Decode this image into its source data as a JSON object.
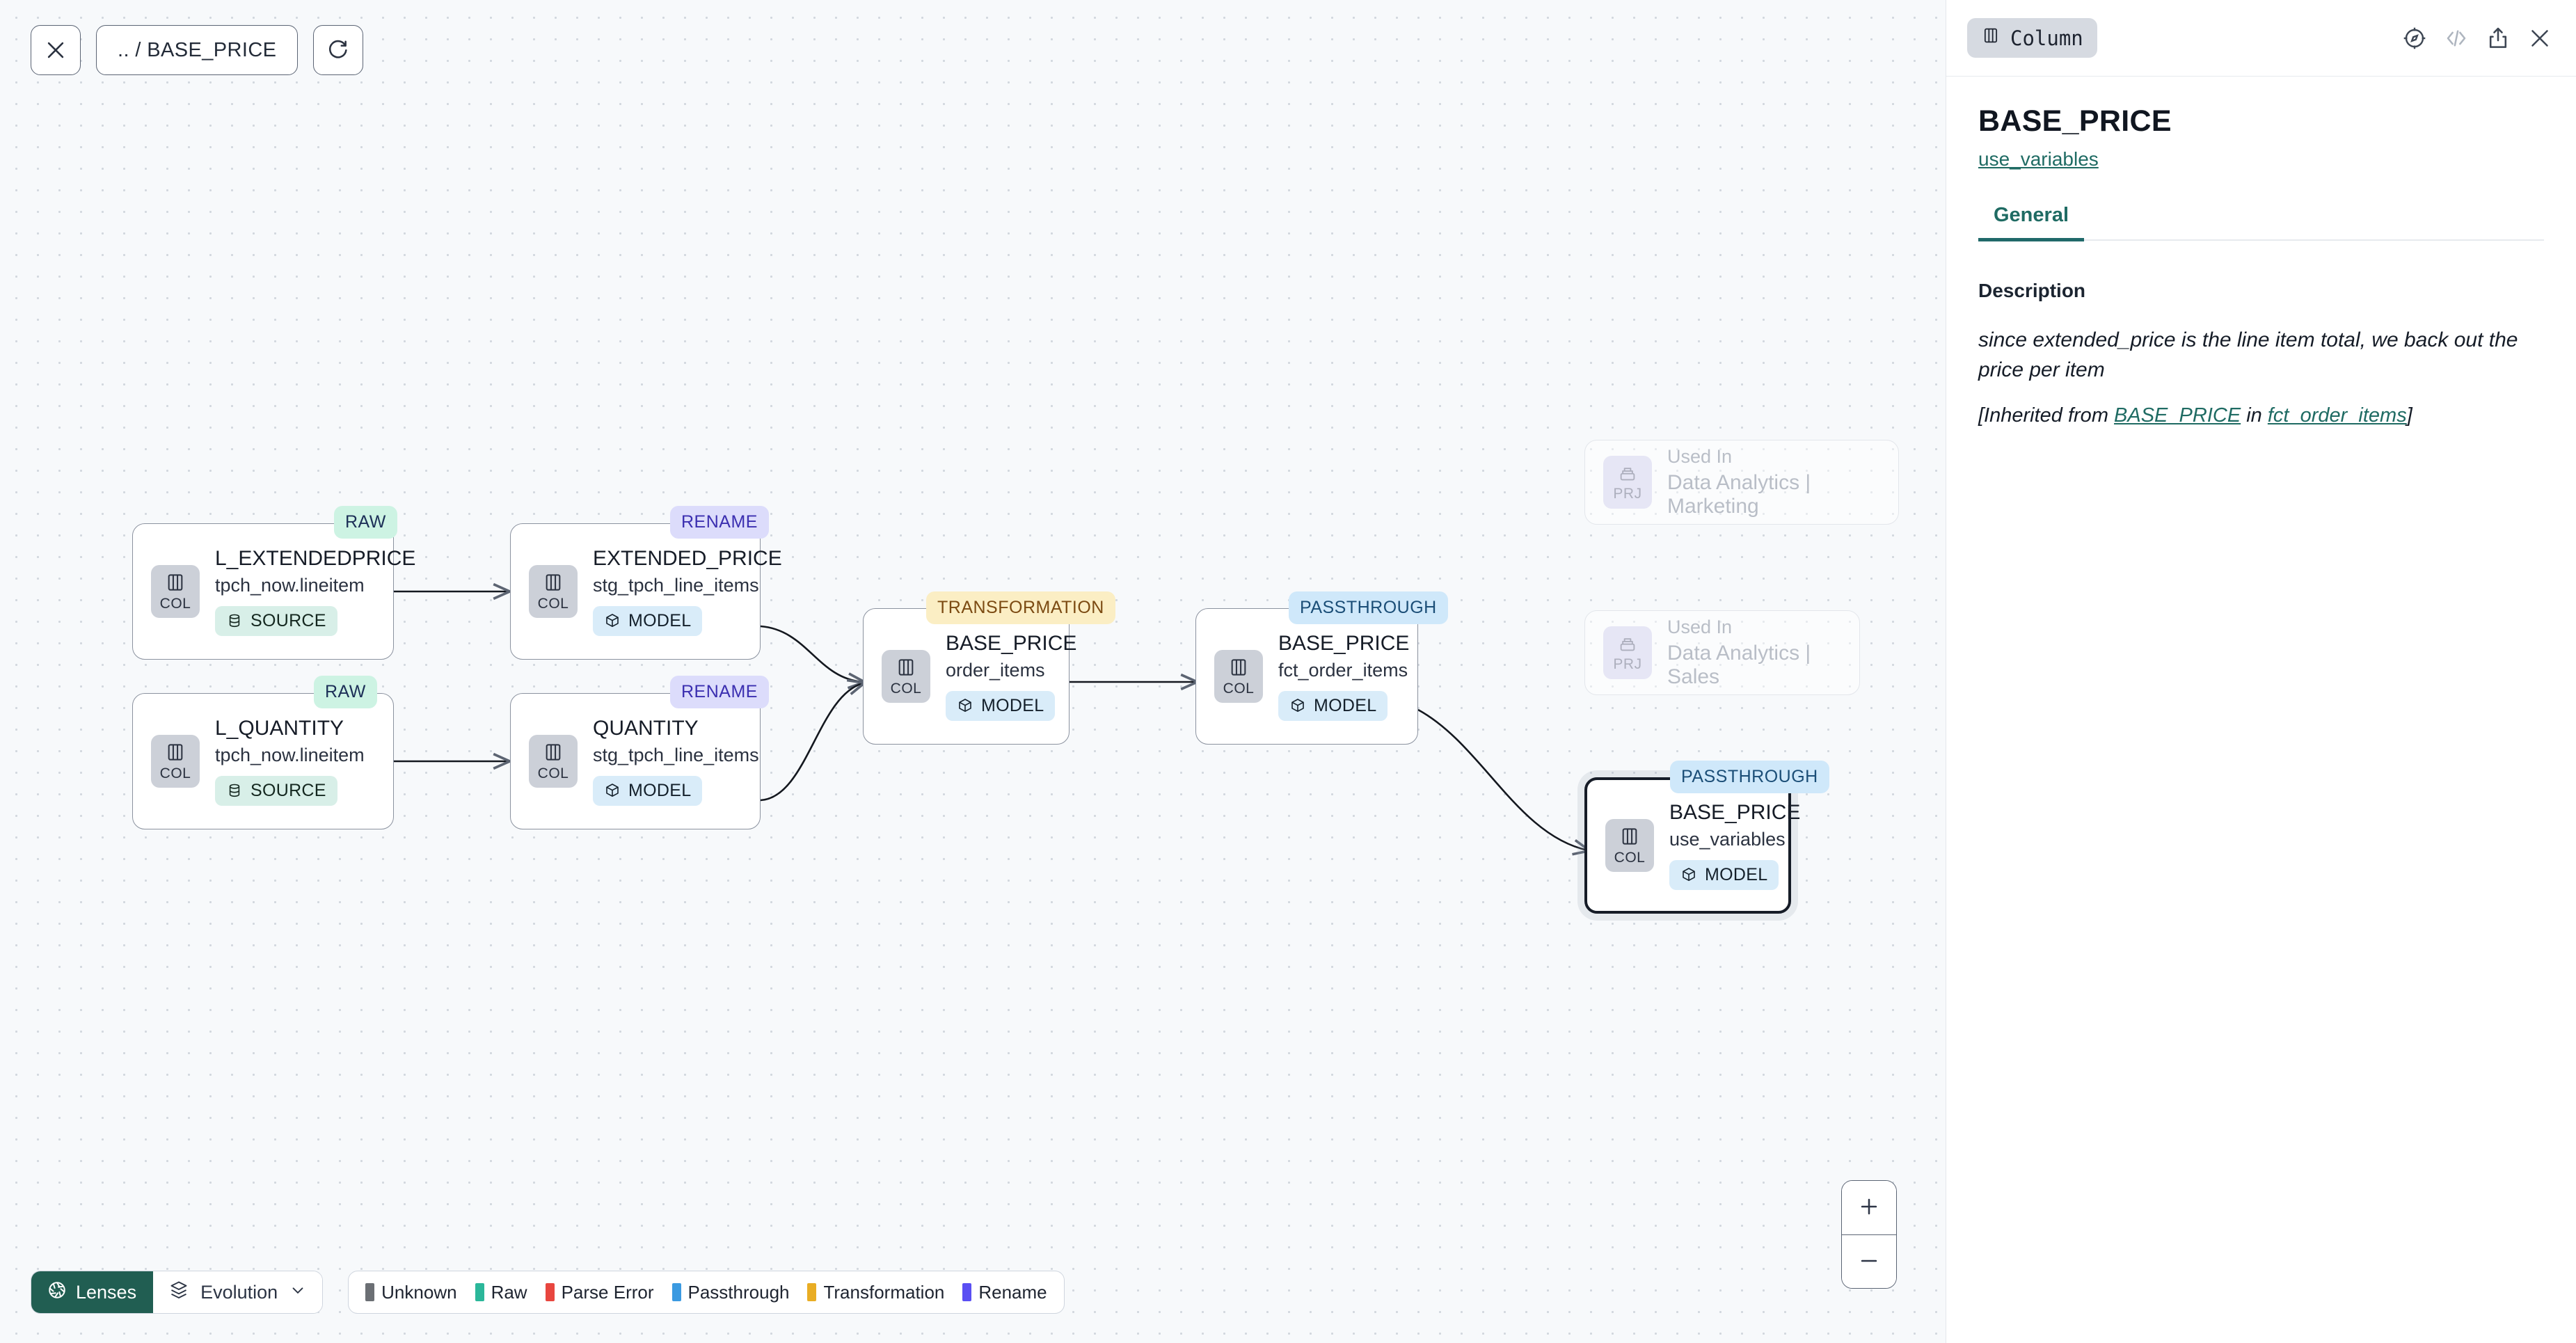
{
  "toolbar": {
    "close_icon": "close-icon",
    "breadcrumb": ".. / BASE_PRICE",
    "refresh_icon": "refresh-icon"
  },
  "zoom_controls": {
    "zoom_in": "+",
    "zoom_out": "–"
  },
  "bottom_bar": {
    "lenses_label": "Lenses",
    "lens_selected": "Evolution",
    "legend": [
      {
        "label": "Unknown",
        "color": "#6b6f74"
      },
      {
        "label": "Raw",
        "color": "#2bb79a"
      },
      {
        "label": "Parse Error",
        "color": "#e8463f"
      },
      {
        "label": "Passthrough",
        "color": "#3b9ae1"
      },
      {
        "label": "Transformation",
        "color": "#e9ad24"
      },
      {
        "label": "Rename",
        "color": "#5a4ff3"
      }
    ]
  },
  "graph": {
    "nodes": [
      {
        "id": "n1",
        "badge": "RAW",
        "badge_style": "lb-raw",
        "title": "L_EXTENDEDPRICE",
        "subtitle": "tpch_now.lineitem",
        "kind": "COL",
        "material": "SOURCE",
        "material_style": "source"
      },
      {
        "id": "n2",
        "badge": "RAW",
        "badge_style": "lb-raw",
        "title": "L_QUANTITY",
        "subtitle": "tpch_now.lineitem",
        "kind": "COL",
        "material": "SOURCE",
        "material_style": "source"
      },
      {
        "id": "n3",
        "badge": "RENAME",
        "badge_style": "lb-ren",
        "title": "EXTENDED_PRICE",
        "subtitle": "stg_tpch_line_items",
        "kind": "COL",
        "material": "MODEL",
        "material_style": "model"
      },
      {
        "id": "n4",
        "badge": "RENAME",
        "badge_style": "lb-ren",
        "title": "QUANTITY",
        "subtitle": "stg_tpch_line_items",
        "kind": "COL",
        "material": "MODEL",
        "material_style": "model"
      },
      {
        "id": "n5",
        "badge": "TRANSFORMATION",
        "badge_style": "lb-trans",
        "title": "BASE_PRICE",
        "subtitle": "order_items",
        "kind": "COL",
        "material": "MODEL",
        "material_style": "model"
      },
      {
        "id": "n6",
        "badge": "PASSTHROUGH",
        "badge_style": "lb-pass",
        "title": "BASE_PRICE",
        "subtitle": "fct_order_items",
        "kind": "COL",
        "material": "MODEL",
        "material_style": "model"
      },
      {
        "id": "n7",
        "badge": "PASSTHROUGH",
        "badge_style": "lb-pass",
        "title": "BASE_PRICE",
        "subtitle": "use_variables",
        "kind": "COL",
        "material": "MODEL",
        "material_style": "model"
      }
    ],
    "used_in": [
      {
        "id": "g1",
        "kind": "PRJ",
        "title": "Used In",
        "subtitle": "Data Analytics | Marketing"
      },
      {
        "id": "g2",
        "kind": "PRJ",
        "title": "Used In",
        "subtitle": "Data Analytics | Sales"
      }
    ]
  },
  "panel": {
    "kind_label": "Column",
    "icons": {
      "explore": "compass-icon",
      "code": "code-icon",
      "share": "share-icon",
      "close": "close-icon"
    },
    "title": "BASE_PRICE",
    "model_link": "use_variables",
    "tabs": [
      {
        "label": "General",
        "active": true
      }
    ],
    "description_heading": "Description",
    "description": "since extended_price is the line item total, we back out the price per item",
    "inherited_prefix": "[Inherited from ",
    "inherited_column": "BASE_PRICE",
    "inherited_mid": " in ",
    "inherited_model": "fct_order_items",
    "inherited_suffix": "]"
  }
}
